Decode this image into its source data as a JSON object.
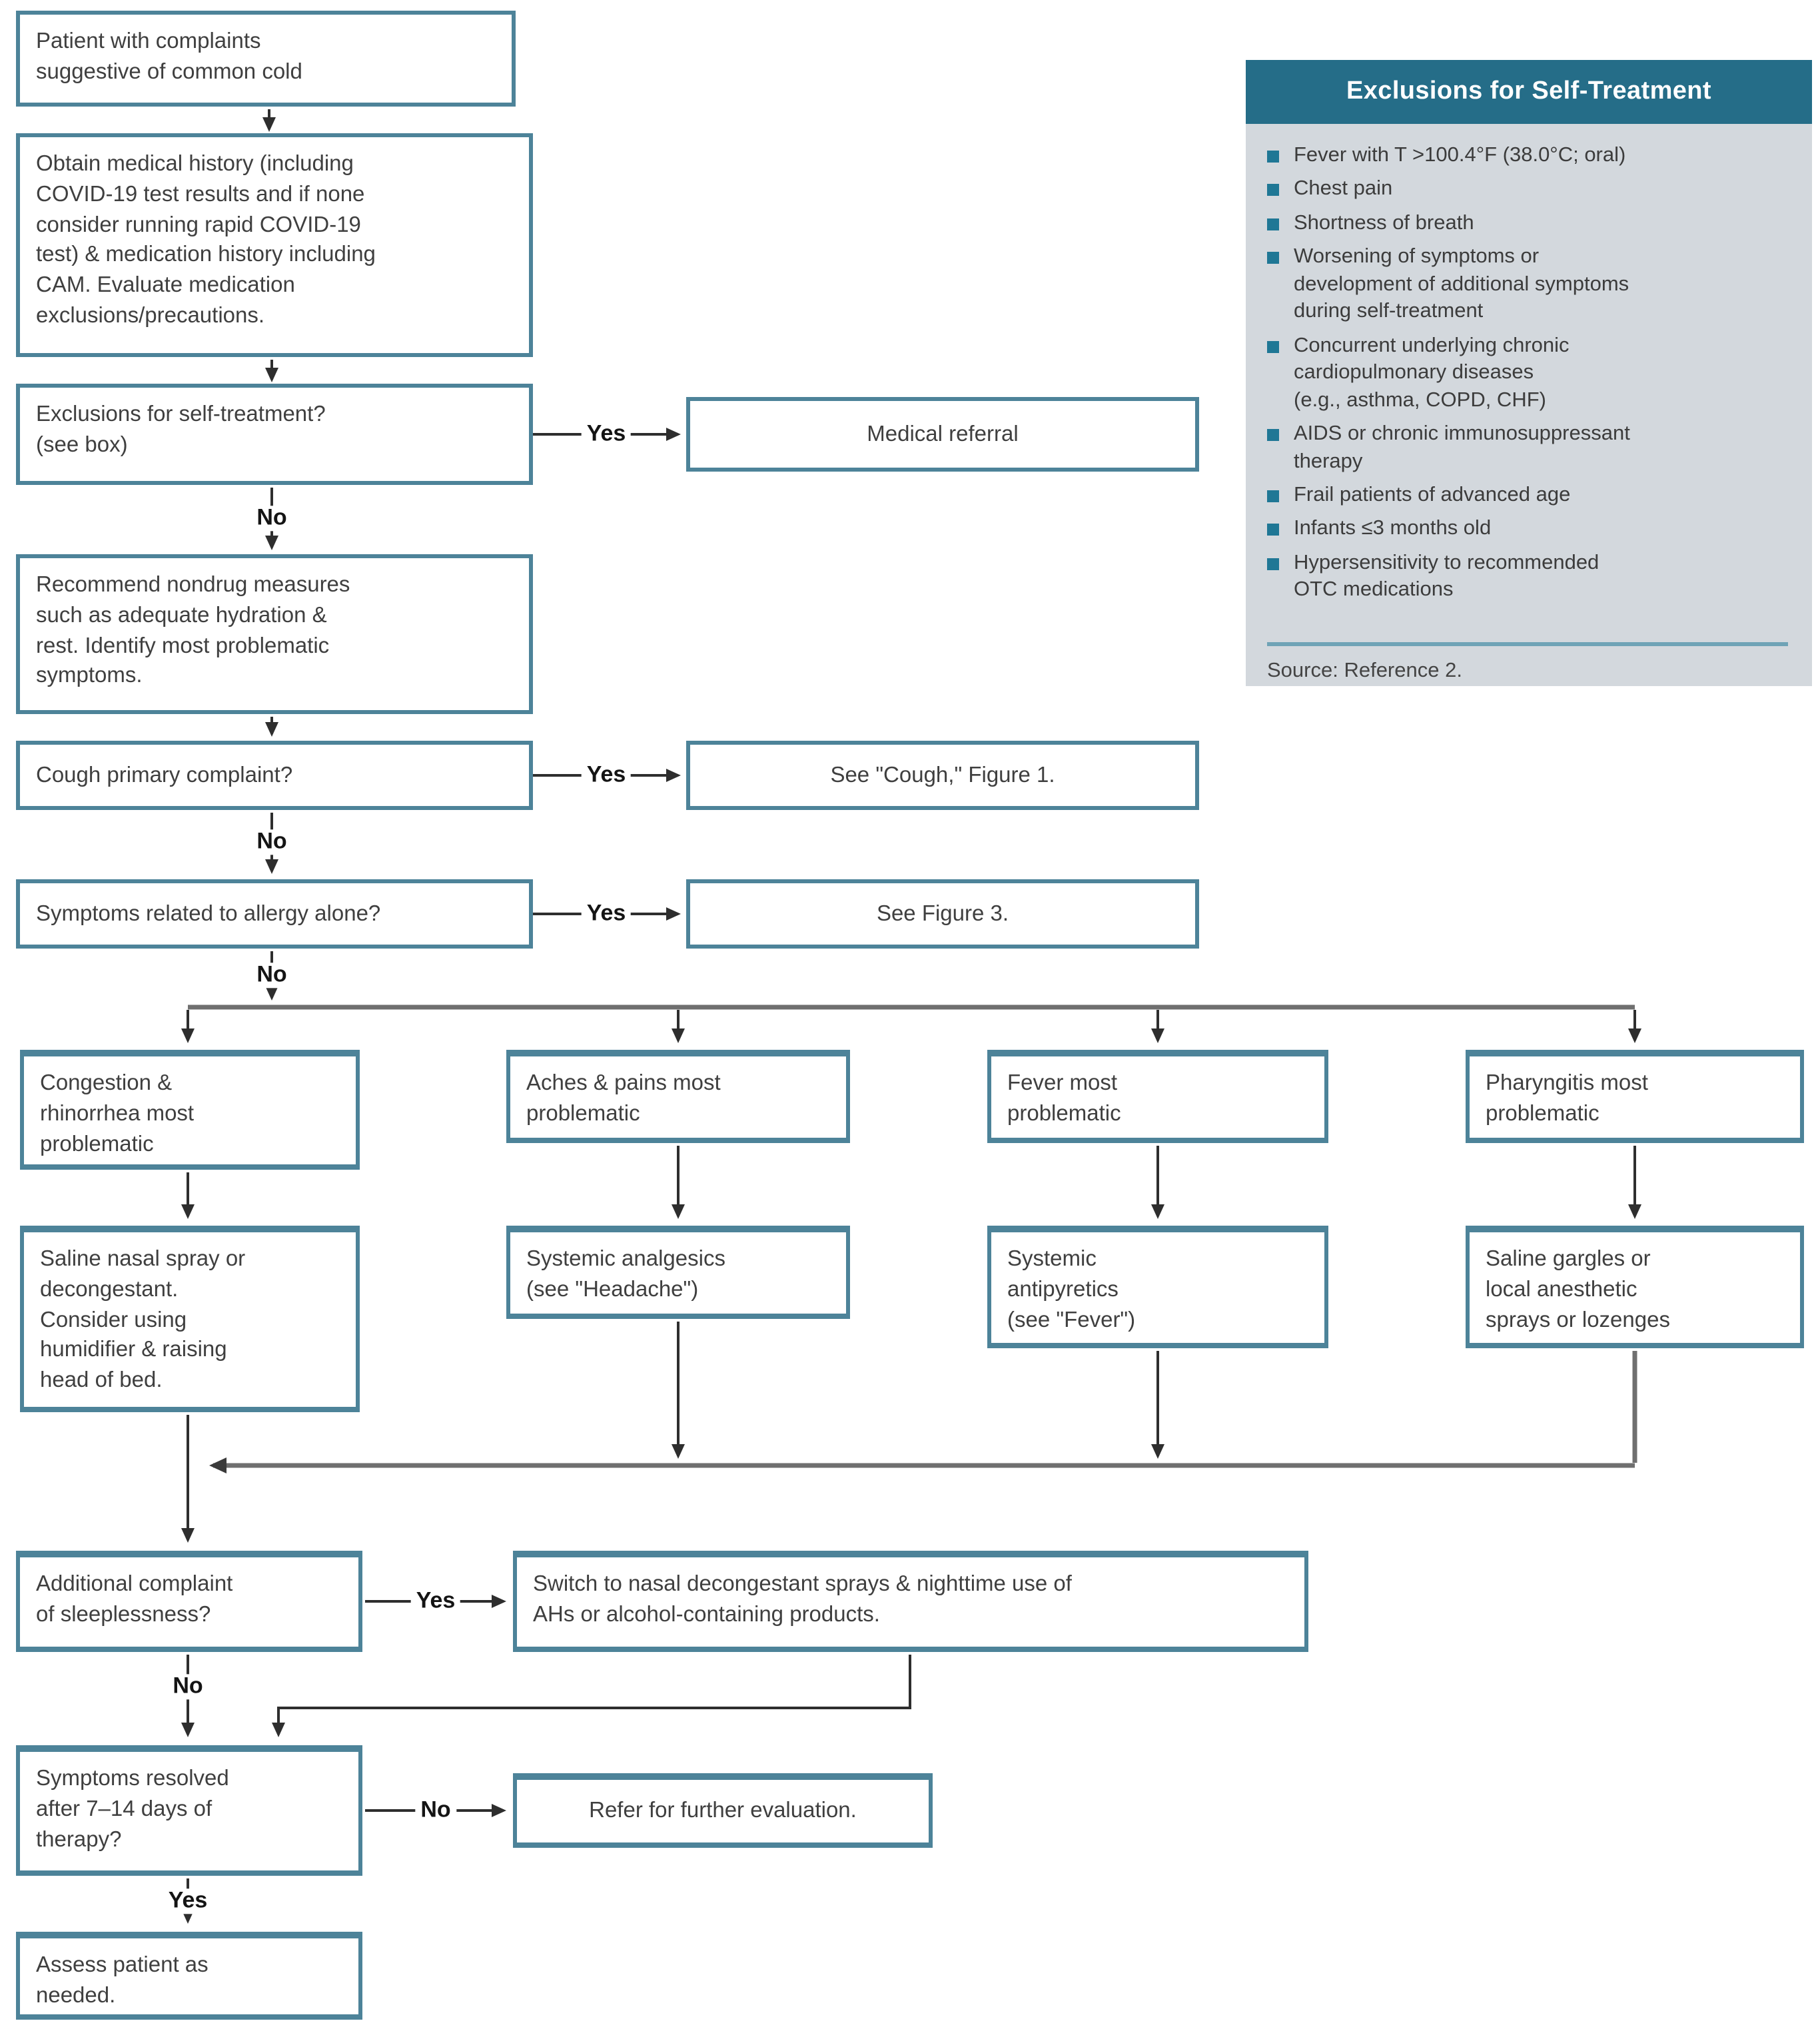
{
  "edge_labels": {
    "yes": "Yes",
    "no": "No"
  },
  "nodes": {
    "start": {
      "text": "Patient with complaints\nsuggestive of common cold"
    },
    "history": {
      "text": "Obtain medical history (including\nCOVID-19 test results and if none\nconsider running rapid COVID-19\ntest) & medication history including\nCAM. Evaluate medication\nexclusions/precautions."
    },
    "exclusions_q": {
      "text": "Exclusions for self-treatment?\n(see box)"
    },
    "medical_referral": {
      "text": "Medical referral"
    },
    "nondrug": {
      "text": "Recommend nondrug measures\nsuch as adequate hydration &\nrest. Identify most problematic\nsymptoms."
    },
    "cough_q": {
      "text": "Cough primary complaint?"
    },
    "see_cough": {
      "text": "See \"Cough,\" Figure 1."
    },
    "allergy_q": {
      "text": "Symptoms related to allergy alone?"
    },
    "see_fig3": {
      "text": "See Figure 3."
    },
    "congestion": {
      "text": "Congestion &\nrhinorrhea most\nproblematic"
    },
    "aches": {
      "text": "Aches & pains most\nproblematic"
    },
    "fever": {
      "text": "Fever most\nproblematic"
    },
    "pharyngitis": {
      "text": "Pharyngitis most\nproblematic"
    },
    "saline_spray": {
      "text": "Saline nasal spray or\ndecongestant.\nConsider using\nhumidifier & raising\nhead of bed."
    },
    "analgesics": {
      "text": "Systemic analgesics\n(see \"Headache\")"
    },
    "antipyretics": {
      "text": "Systemic\nantipyretics\n(see \"Fever\")"
    },
    "gargles": {
      "text": "Saline gargles or\nlocal anesthetic\nsprays or lozenges"
    },
    "sleeplessness_q": {
      "text": "Additional complaint\nof sleeplessness?"
    },
    "switch_nasal": {
      "text": "Switch to nasal decongestant sprays & nighttime use of\nAHs or alcohol-containing products."
    },
    "resolved_q": {
      "text": "Symptoms resolved\nafter 7–14 days of\ntherapy?"
    },
    "refer": {
      "text": "Refer for further evaluation."
    },
    "assess": {
      "text": "Assess patient as\nneeded."
    }
  },
  "exclusions_panel": {
    "title": "Exclusions for Self-Treatment",
    "items": [
      "Fever with T >100.4°F (38.0°C; oral)",
      "Chest pain",
      "Shortness of breath",
      "Worsening of symptoms or\ndevelopment of additional symptoms\nduring self-treatment",
      "Concurrent underlying chronic\ncardiopulmonary diseases\n(e.g., asthma, COPD, CHF)",
      "AIDS or chronic immunosuppressant\ntherapy",
      "Frail patients of advanced age",
      "Infants ≤3 months old",
      "Hypersensitivity to recommended\nOTC medications"
    ],
    "source": "Source: Reference 2."
  },
  "colors": {
    "box_border_teal": "#4d8399",
    "panel_header_bg": "#256d88",
    "panel_body_bg": "#d3d8dd",
    "bullet_teal": "#1f7795",
    "line_dark": "#2e2e2e",
    "line_gray": "#6f6f6f"
  }
}
